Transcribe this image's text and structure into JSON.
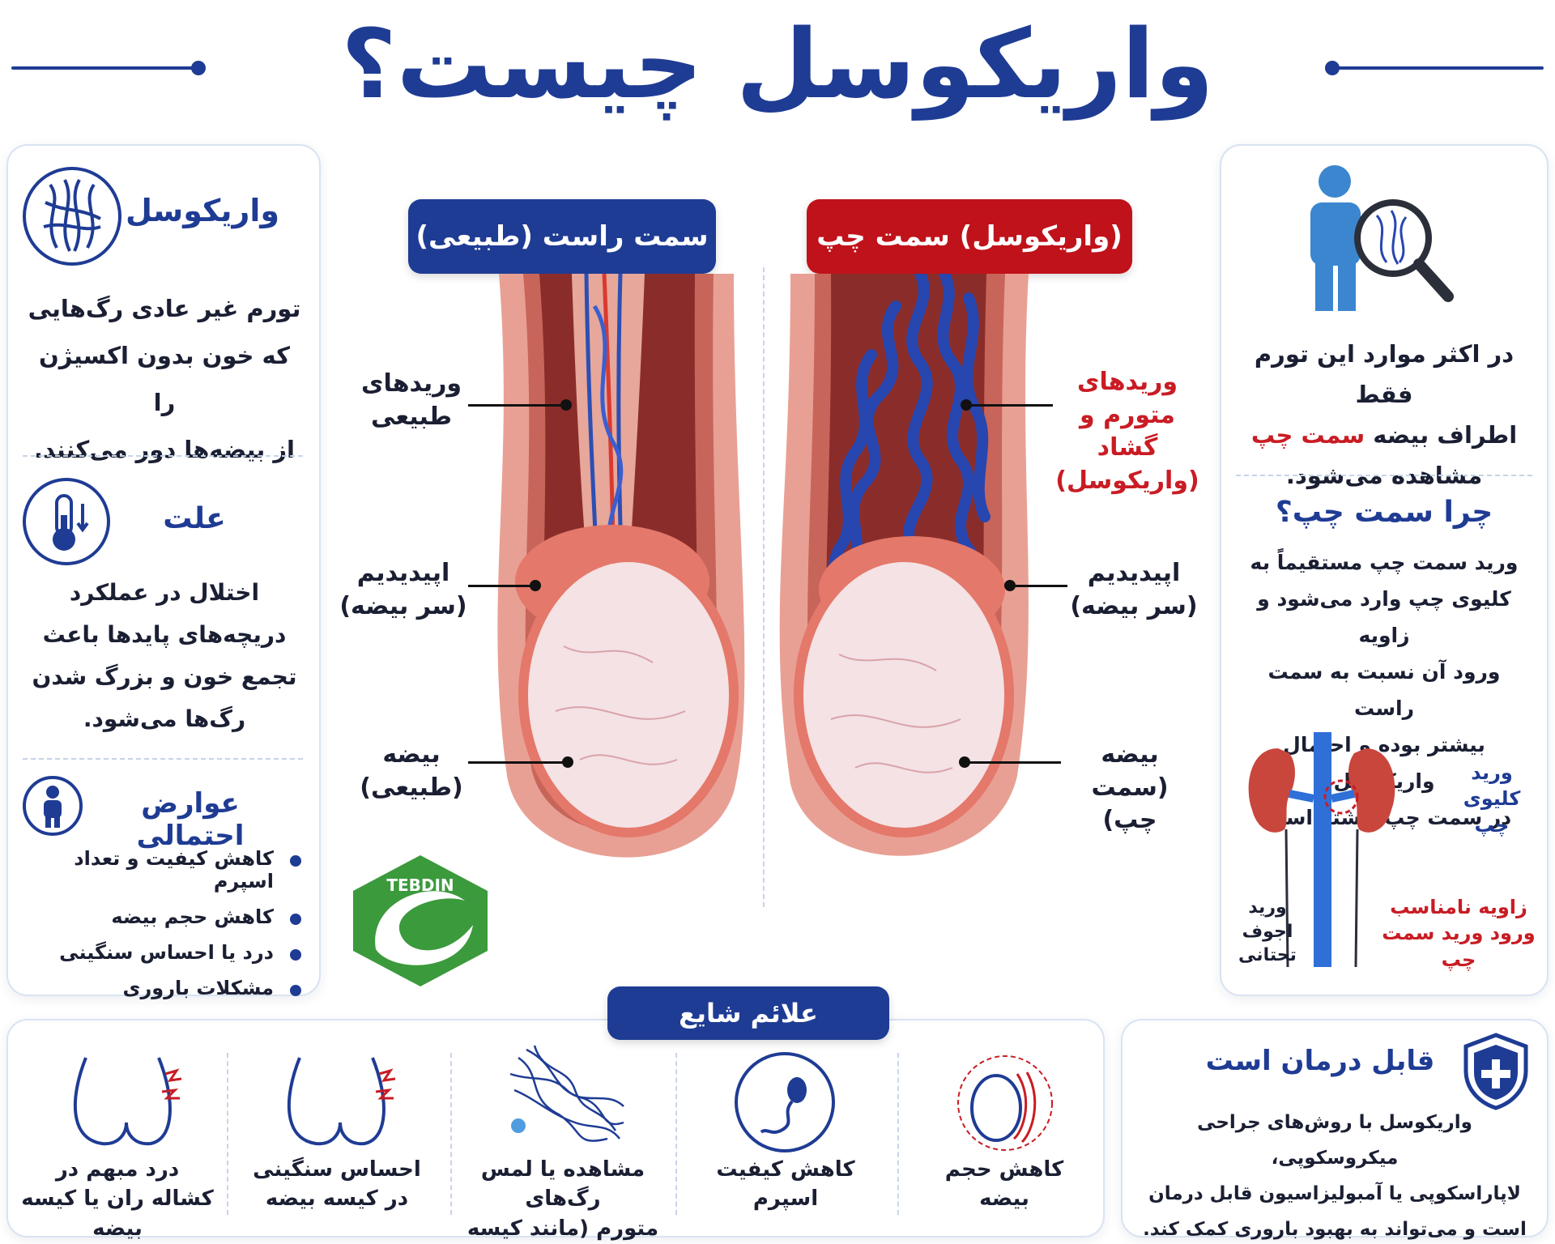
{
  "title": "واریکوسل چیست؟",
  "colors": {
    "primary": "#1f3c94",
    "accent_red": "#c91c24",
    "green": "#3b9a3c"
  },
  "definition": {
    "heading": "واریکوسل",
    "lines": [
      "تورم غیر عادی رگ‌هایی",
      "که خون بدون اکسیژن را",
      "از بیضه‌ها دور می‌کنند."
    ],
    "icon": "varicose-veins-icon"
  },
  "cause": {
    "heading": "علت",
    "lines": [
      "اختلال در عملکرد",
      "دریچه‌های پایدها باعث",
      "تجمع خون و بزرگ شدن",
      "رگ‌ها می‌شود."
    ],
    "icon": "thermometer-icon"
  },
  "complications": {
    "heading": "عوارض احتمالی",
    "icon": "person-icon",
    "items": [
      "کاهش کیفیت و تعداد اسپرم",
      "کاهش حجم بیضه",
      "درد یا احساس سنگینی",
      "مشکلات باروری"
    ]
  },
  "logo": {
    "text": "TEBDIN"
  },
  "center": {
    "right_side_label": "سمت راست (طبیعی)",
    "left_side_label": "(واریکوسل) سمت چپ",
    "normal": {
      "veins": [
        "وریدهای",
        "طبیعی"
      ],
      "epididymis": [
        "اپیدیدیم",
        "(سر بیضه)"
      ],
      "testis": [
        "بیضه",
        "(طبیعی)"
      ]
    },
    "varicocele": {
      "veins": [
        "وریدهای",
        "متورم و گشاد",
        "(واریکوسل)"
      ],
      "epididymis": [
        "اپیدیدیم",
        "(سر بیضه)"
      ],
      "testis": [
        "بیضه",
        "(سمت چپ)"
      ]
    }
  },
  "right_panel": {
    "icon": "magnifier-person-icon",
    "note_line1": "در اکثر موارد این تورم فقط",
    "note_line2_pre": "اطراف بیضه ",
    "note_line2_red": "سمت چپ",
    "note_line3": "مشاهده می‌شود.",
    "why_heading": "چرا سمت چپ؟",
    "why_lines": [
      "ورید سمت چپ مستقیماً به",
      "کلیوی چپ وارد می‌شود و زاویه",
      "ورود آن نسبت به سمت راست",
      "بیشتر بوده و احتمال واریکوسل",
      "در سمت چپ بیشتر است."
    ],
    "renal_vein": [
      "ورید کلیوی",
      "چپ"
    ],
    "ivc": [
      "ورید اجوف",
      "تحتانی"
    ],
    "angle": [
      "زاویه نامناسب",
      "ورود ورید سمت چپ"
    ]
  },
  "symptoms": {
    "heading": "علائم شایع",
    "items": [
      {
        "icon": "groin-pain-icon",
        "lines": [
          "درد مبهم در",
          "کشاله ران یا کیسه بیضه"
        ]
      },
      {
        "icon": "heaviness-icon",
        "lines": [
          "احساس سنگینی",
          "در کیسه بیضه"
        ]
      },
      {
        "icon": "worm-bag-icon",
        "lines": [
          "مشاهده یا لمس رگ‌های",
          "متورم (مانند کیسه کرم)"
        ]
      },
      {
        "icon": "sperm-icon",
        "lines": [
          "کاهش کیفیت",
          "اسپرم"
        ]
      },
      {
        "icon": "testis-volume-icon",
        "lines": [
          "کاهش حجم",
          "بیضه"
        ]
      }
    ]
  },
  "treatment": {
    "heading": "قابل درمان است",
    "icon": "shield-plus-icon",
    "lines": [
      "واریکوسل با روش‌های جراحی میکروسکوپی،",
      "لاپاراسکوپی یا آمبولیزاسیون قابل درمان",
      "است و می‌تواند به بهبود باروری کمک کند."
    ]
  }
}
